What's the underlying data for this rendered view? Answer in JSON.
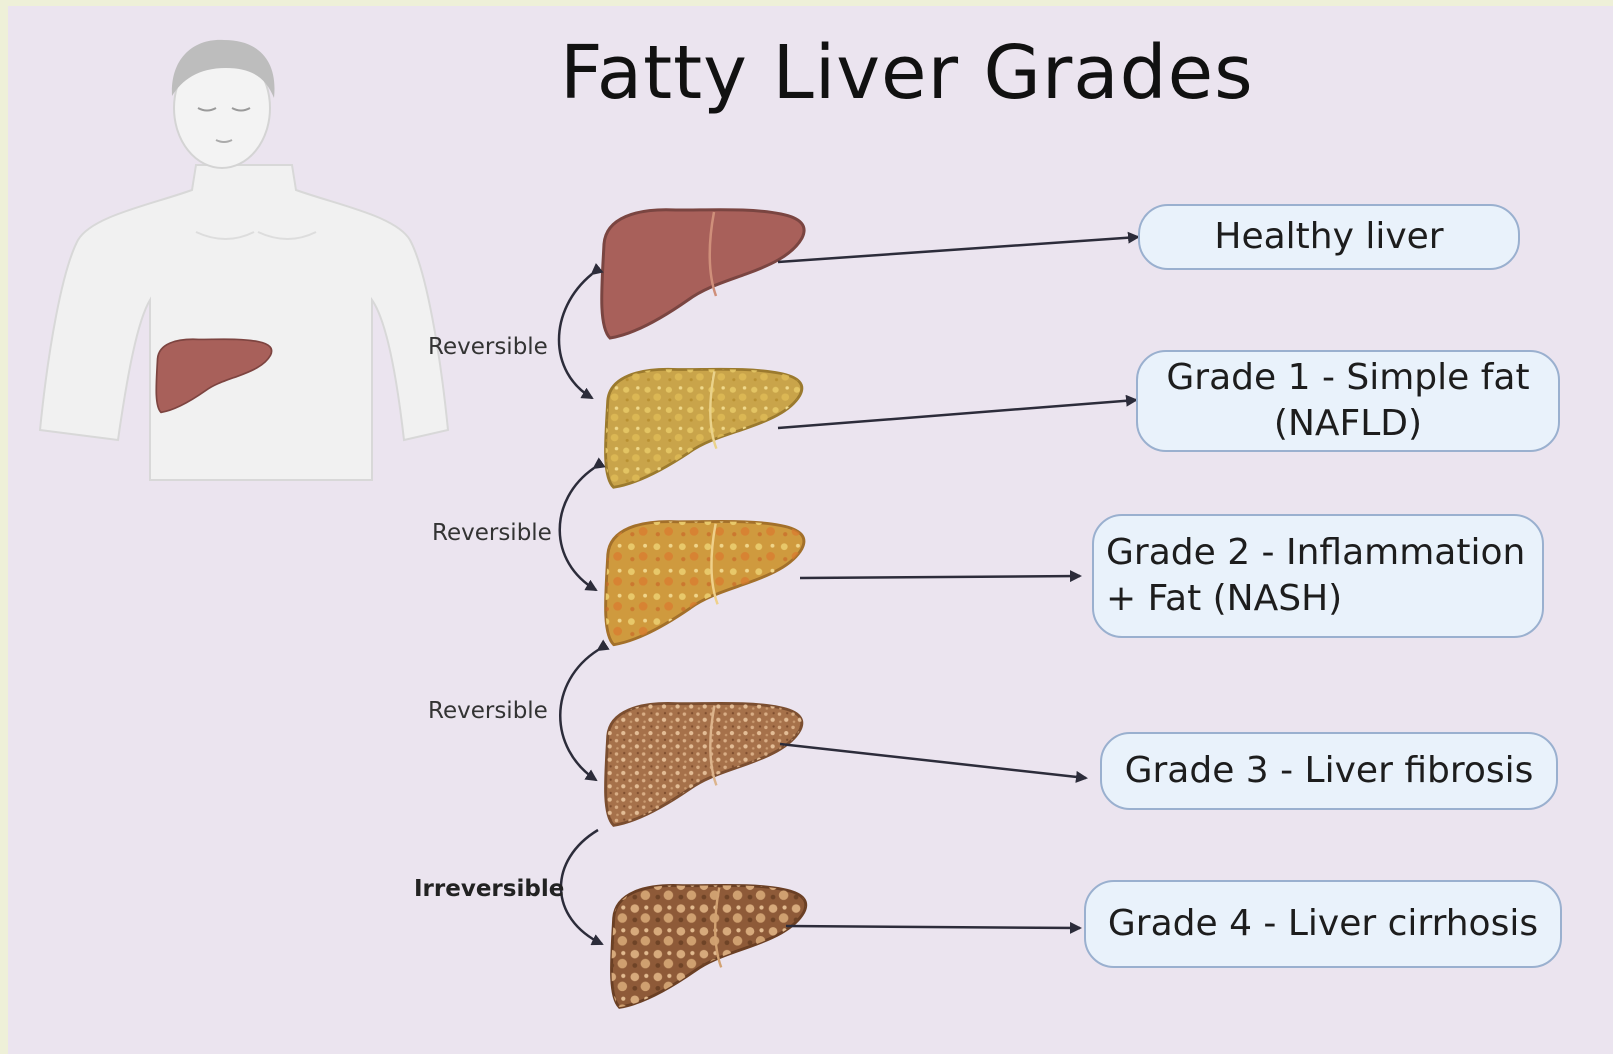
{
  "title": "Fatty Liver Grades",
  "stages": [
    {
      "label": "Healthy liver",
      "liver_color": "#a8605a"
    },
    {
      "label_line1": "Grade 1 - Simple fat",
      "label_line2": "(NAFLD)",
      "liver_color": "#c9a44a"
    },
    {
      "label_line1": "Grade 2 - Inflammation",
      "label_line2": "+ Fat  (NASH)",
      "liver_color": "#cf9a3e"
    },
    {
      "label": "Grade 3 - Liver fibrosis",
      "liver_color": "#a6714a"
    },
    {
      "label": "Grade 4 - Liver cirrhosis",
      "liver_color": "#8e5a38"
    }
  ],
  "transitions": [
    "Reversible",
    "Reversible",
    "Reversible",
    "Irreversible"
  ],
  "colors": {
    "background": "#ebe4ef",
    "box_fill": "#e9f2fb",
    "box_border": "#9ab0cf",
    "arrow": "#2c2c3a"
  }
}
